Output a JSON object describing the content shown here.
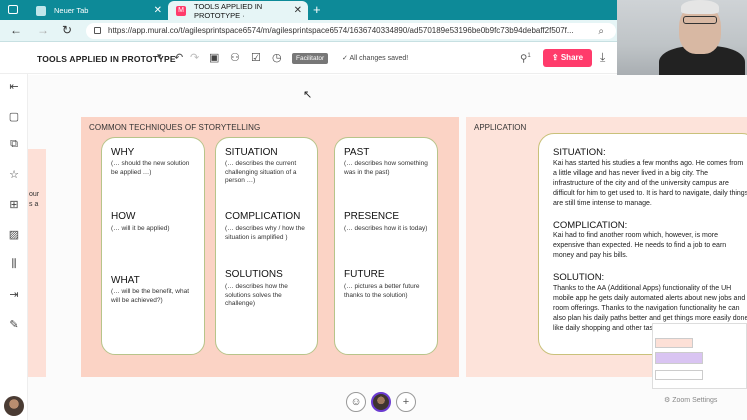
{
  "browser": {
    "tabs": [
      {
        "label": "Neuer Tab"
      },
      {
        "label": "TOOLS APPLIED IN PROTOTYPE ·"
      }
    ],
    "url": "https://app.mural.co/t/agilesprintspace6574/m/agilesprintspace6574/1636740334890/ad570189e53196be0b9fc73b94debaff2f507f..."
  },
  "toolbar": {
    "mural_title": "TOOLS APPLIED IN PROTOTYPE",
    "facilitator": "Facilitator",
    "saved": "All changes saved!",
    "share": "Share",
    "participants": "1"
  },
  "canvas": {
    "stub_text": [
      "our",
      "s a"
    ],
    "main_frame": {
      "title": "COMMON TECHNIQUES OF STORYTELLING",
      "columns": [
        {
          "items": [
            {
              "heading": "WHY",
              "sub": "(… should the new solution be applied …)"
            },
            {
              "heading": "HOW",
              "sub": "(… will it be applied)"
            },
            {
              "heading": "WHAT",
              "sub": "(… will be the benefit, what will be achieved?)"
            }
          ]
        },
        {
          "items": [
            {
              "heading": "SITUATION",
              "sub": "(… describes the current challenging situation of a person …)"
            },
            {
              "heading": "COMPLICATION",
              "sub": "(… describes why / how the situation is amplified )"
            },
            {
              "heading": "SOLUTIONS",
              "sub": "(… describes how the solutions solves the challenge)"
            }
          ]
        },
        {
          "items": [
            {
              "heading": "PAST",
              "sub": "(… describes how something was in the past)"
            },
            {
              "heading": "PRESENCE",
              "sub": "(… describes how it is today)"
            },
            {
              "heading": "FUTURE",
              "sub": "(… pictures a better future thanks to the solution)"
            }
          ]
        }
      ]
    },
    "application": {
      "title": "APPLICATION",
      "situation_h": "SITUATION:",
      "situation_t": "Kai has started his studies a few months ago. He comes from a little village and has never lived in a big city. The infrastructure of the city and of the university campus are difficult for him to get used to. It is hard to navigate, daily things are still time intense to manage.",
      "complication_h": "COMPLICATION:",
      "complication_t": "Kai had to find another room which, however, is more expensive than expected. He needs to find a job to earn money and pay his bills.",
      "solution_h": "SOLUTION:",
      "solution_t": "Thanks to the AA (Additional Apps) functionality of the UH mobile app he gets daily automated alerts about new jobs and room offerings. Thanks to the navigation functionality he can also plan his daily paths better and get things more easily done like daily shopping and other tasks."
    },
    "zoom_settings": "Zoom Settings"
  }
}
